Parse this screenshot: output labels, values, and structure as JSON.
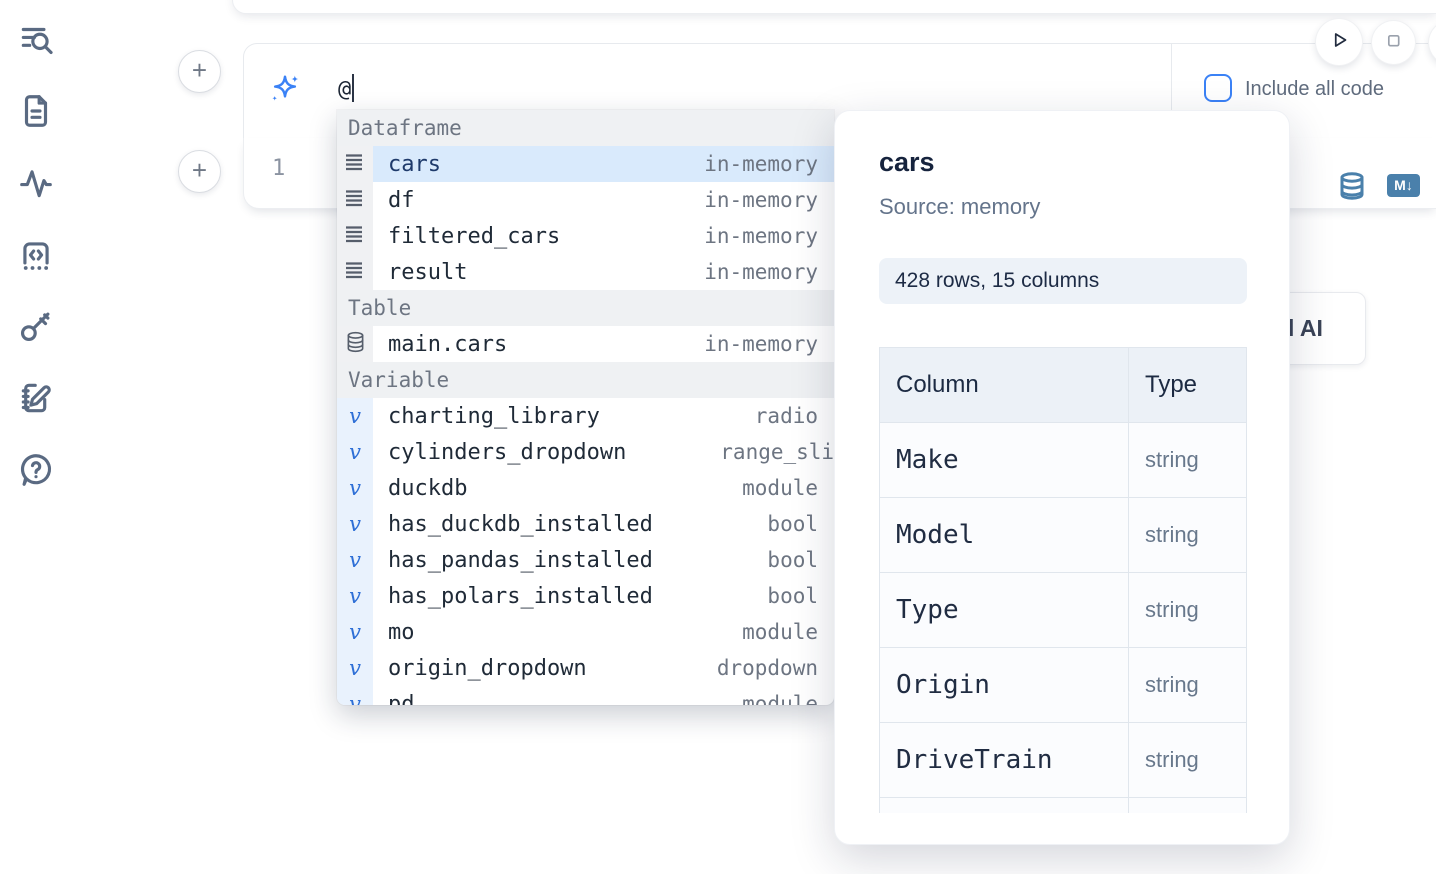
{
  "sidebar": {
    "items": [
      {
        "name": "search-panel",
        "icon": "list-search-icon"
      },
      {
        "name": "files",
        "icon": "document-icon"
      },
      {
        "name": "activity",
        "icon": "activity-icon"
      },
      {
        "name": "snippets",
        "icon": "code-block-icon"
      },
      {
        "name": "secrets",
        "icon": "key-icon"
      },
      {
        "name": "scratchpad",
        "icon": "notebook-edit-icon"
      },
      {
        "name": "help",
        "icon": "help-icon"
      }
    ]
  },
  "run_controls": {
    "include_all_code_label": "Include all code"
  },
  "ai_prompt": {
    "value": "@"
  },
  "editor": {
    "add_cell_label": "+",
    "line_number": "1",
    "markdown_badge": "M↓"
  },
  "obscured_button": {
    "visible_text": "l AI"
  },
  "autocomplete": {
    "sections": [
      {
        "header": "Dataframe",
        "kind": "dataframe",
        "items": [
          {
            "name": "cars",
            "detail": "in-memory",
            "selected": true
          },
          {
            "name": "df",
            "detail": "in-memory"
          },
          {
            "name": "filtered_cars",
            "detail": "in-memory"
          },
          {
            "name": "result",
            "detail": "in-memory"
          }
        ]
      },
      {
        "header": "Table",
        "kind": "table",
        "items": [
          {
            "name": "main.cars",
            "detail": "in-memory"
          }
        ]
      },
      {
        "header": "Variable",
        "kind": "variable",
        "items": [
          {
            "name": "charting_library",
            "detail": "radio"
          },
          {
            "name": "cylinders_dropdown",
            "detail": "range_slider",
            "clip_detail": true
          },
          {
            "name": "duckdb",
            "detail": "module"
          },
          {
            "name": "has_duckdb_installed",
            "detail": "bool"
          },
          {
            "name": "has_pandas_installed",
            "detail": "bool"
          },
          {
            "name": "has_polars_installed",
            "detail": "bool"
          },
          {
            "name": "mo",
            "detail": "module"
          },
          {
            "name": "origin_dropdown",
            "detail": "dropdown"
          },
          {
            "name": "pd",
            "detail": "module"
          }
        ]
      }
    ]
  },
  "preview_panel": {
    "title": "cars",
    "source": "Source: memory",
    "shape_badge": "428 rows, 15 columns",
    "schema_table": {
      "headers": [
        "Column",
        "Type"
      ],
      "rows": [
        [
          "Make",
          "string"
        ],
        [
          "Model",
          "string"
        ],
        [
          "Type",
          "string"
        ],
        [
          "Origin",
          "string"
        ],
        [
          "DriveTrain",
          "string"
        ]
      ]
    }
  },
  "colors": {
    "accent_blue": "#3b82f6",
    "tool_icon_blue": "#4a80ab",
    "selection_bg": "#d9eafc",
    "sidebar_icon": "#5a6a82"
  }
}
